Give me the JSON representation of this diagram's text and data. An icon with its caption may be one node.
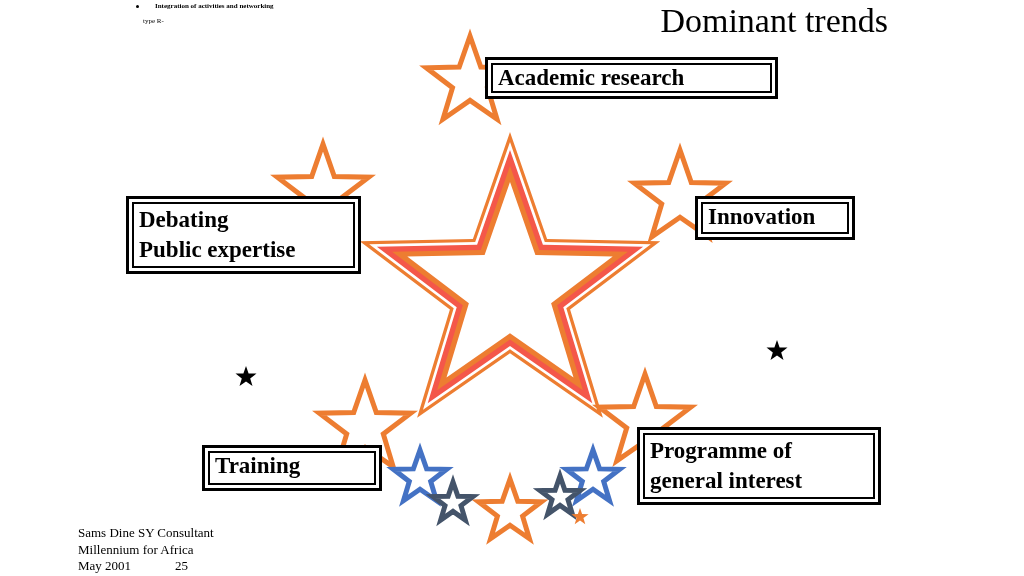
{
  "diagram": {
    "title": "Dominant trends",
    "nodes": [
      {
        "text": [
          "Academic research"
        ]
      },
      {
        "text": [
          "Debating",
          "Public expertise"
        ]
      },
      {
        "text": [
          "Innovation"
        ]
      },
      {
        "text": [
          "Training"
        ]
      },
      {
        "text": [
          "Programme of general interest"
        ]
      }
    ],
    "labels": [
      "Integration of activities and networking",
      "type R-",
      "Sams Dine SY Consultant",
      "Millennium for Africa",
      "May 2001",
      "25"
    ]
  }
}
